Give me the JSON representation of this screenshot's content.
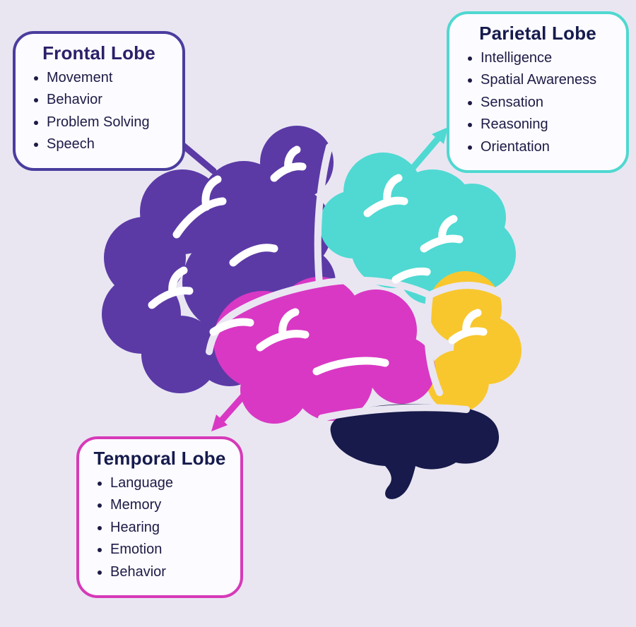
{
  "colors": {
    "background": "#e9e6f2",
    "frontal": "#5b3aa6",
    "parietal": "#4fd9d2",
    "temporal": "#d938c4",
    "occipital": "#f8c72e",
    "cerebellum": "#171a4a",
    "frontal_border": "#4a3d9e",
    "parietal_border": "#4fd8d0",
    "temporal_border": "#d63ab8",
    "text": "#1d1b45",
    "sulci": "#ffffff"
  },
  "boxes": {
    "frontal": {
      "title": "Frontal Lobe",
      "items": [
        "Movement",
        "Behavior",
        "Problem Solving",
        "Speech"
      ]
    },
    "parietal": {
      "title": "Parietal Lobe",
      "items": [
        "Intelligence",
        "Spatial Awareness",
        "Sensation",
        "Reasoning",
        "Orientation"
      ]
    },
    "temporal": {
      "title": "Temporal Lobe",
      "items": [
        "Language",
        "Memory",
        "Hearing",
        "Emotion",
        "Behavior"
      ]
    }
  }
}
